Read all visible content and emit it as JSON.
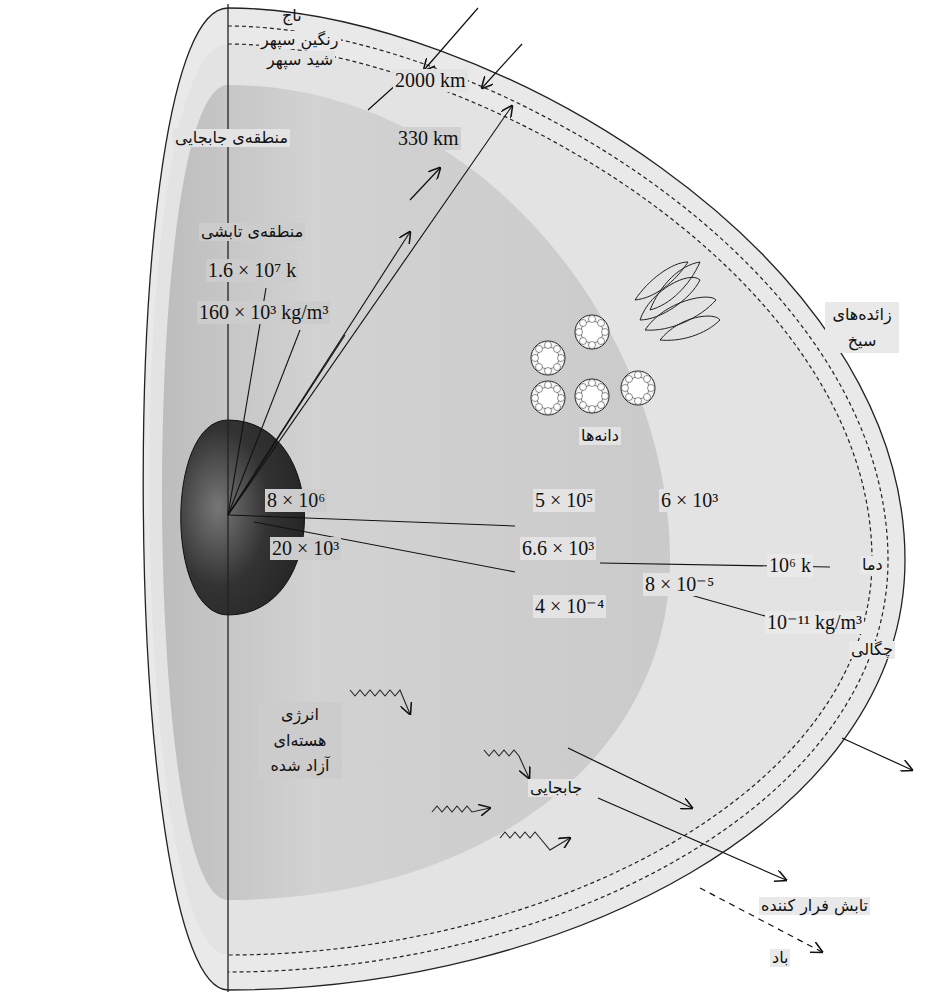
{
  "diagram": {
    "labels": [
      "تاج",
      "رنگین سپهر",
      "شید سپهر",
      "2000 km",
      "330 km",
      "منطقه‌ی جابجایی",
      "منطقه‌ی تابشی",
      "1.6 × 10⁷ k",
      "160 × 10³ kg/m³",
      "زائده‌های سیخ",
      "دانه‌ها",
      "8 × 10⁶",
      "5 × 10⁵",
      "6 × 10³",
      "10⁶ k",
      "دما",
      "20 × 10³",
      "6.6 × 10³",
      "8 × 10⁻⁵",
      "4 × 10⁻⁴",
      "10⁻¹¹ kg/m³",
      "چگالی",
      "انرژی هسته‌ای آزاد شده",
      "جابجایی",
      "تابش فرار کننده",
      "باد"
    ]
  }
}
